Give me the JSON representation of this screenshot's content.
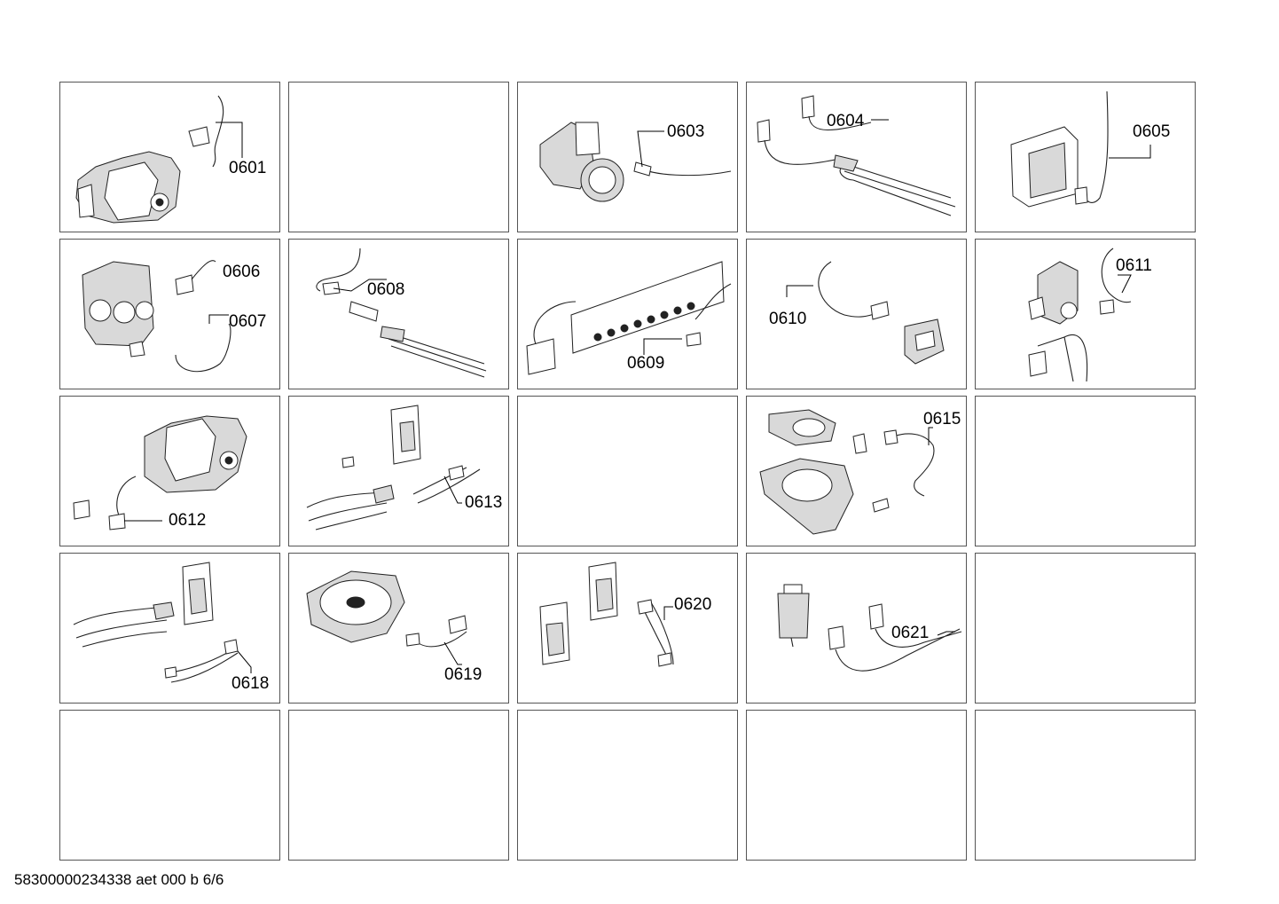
{
  "diagram": {
    "labels": {
      "c1": "0601",
      "c3": "0603",
      "c4": "0604",
      "c5": "0605",
      "c6a": "0606",
      "c6b": "0607",
      "c7": "0608",
      "c8": "0609",
      "c9": "0610",
      "c10": "0611",
      "c11": "0612",
      "c12": "0613",
      "c14": "0615",
      "c16": "0618",
      "c17": "0619",
      "c18": "0620",
      "c19": "0621"
    }
  },
  "footer": {
    "doc_id": "58300000234338 aet 000 b 6/6"
  },
  "colors": {
    "border": "#555555",
    "line": "#222222",
    "part_fill": "#d9d9d9"
  }
}
